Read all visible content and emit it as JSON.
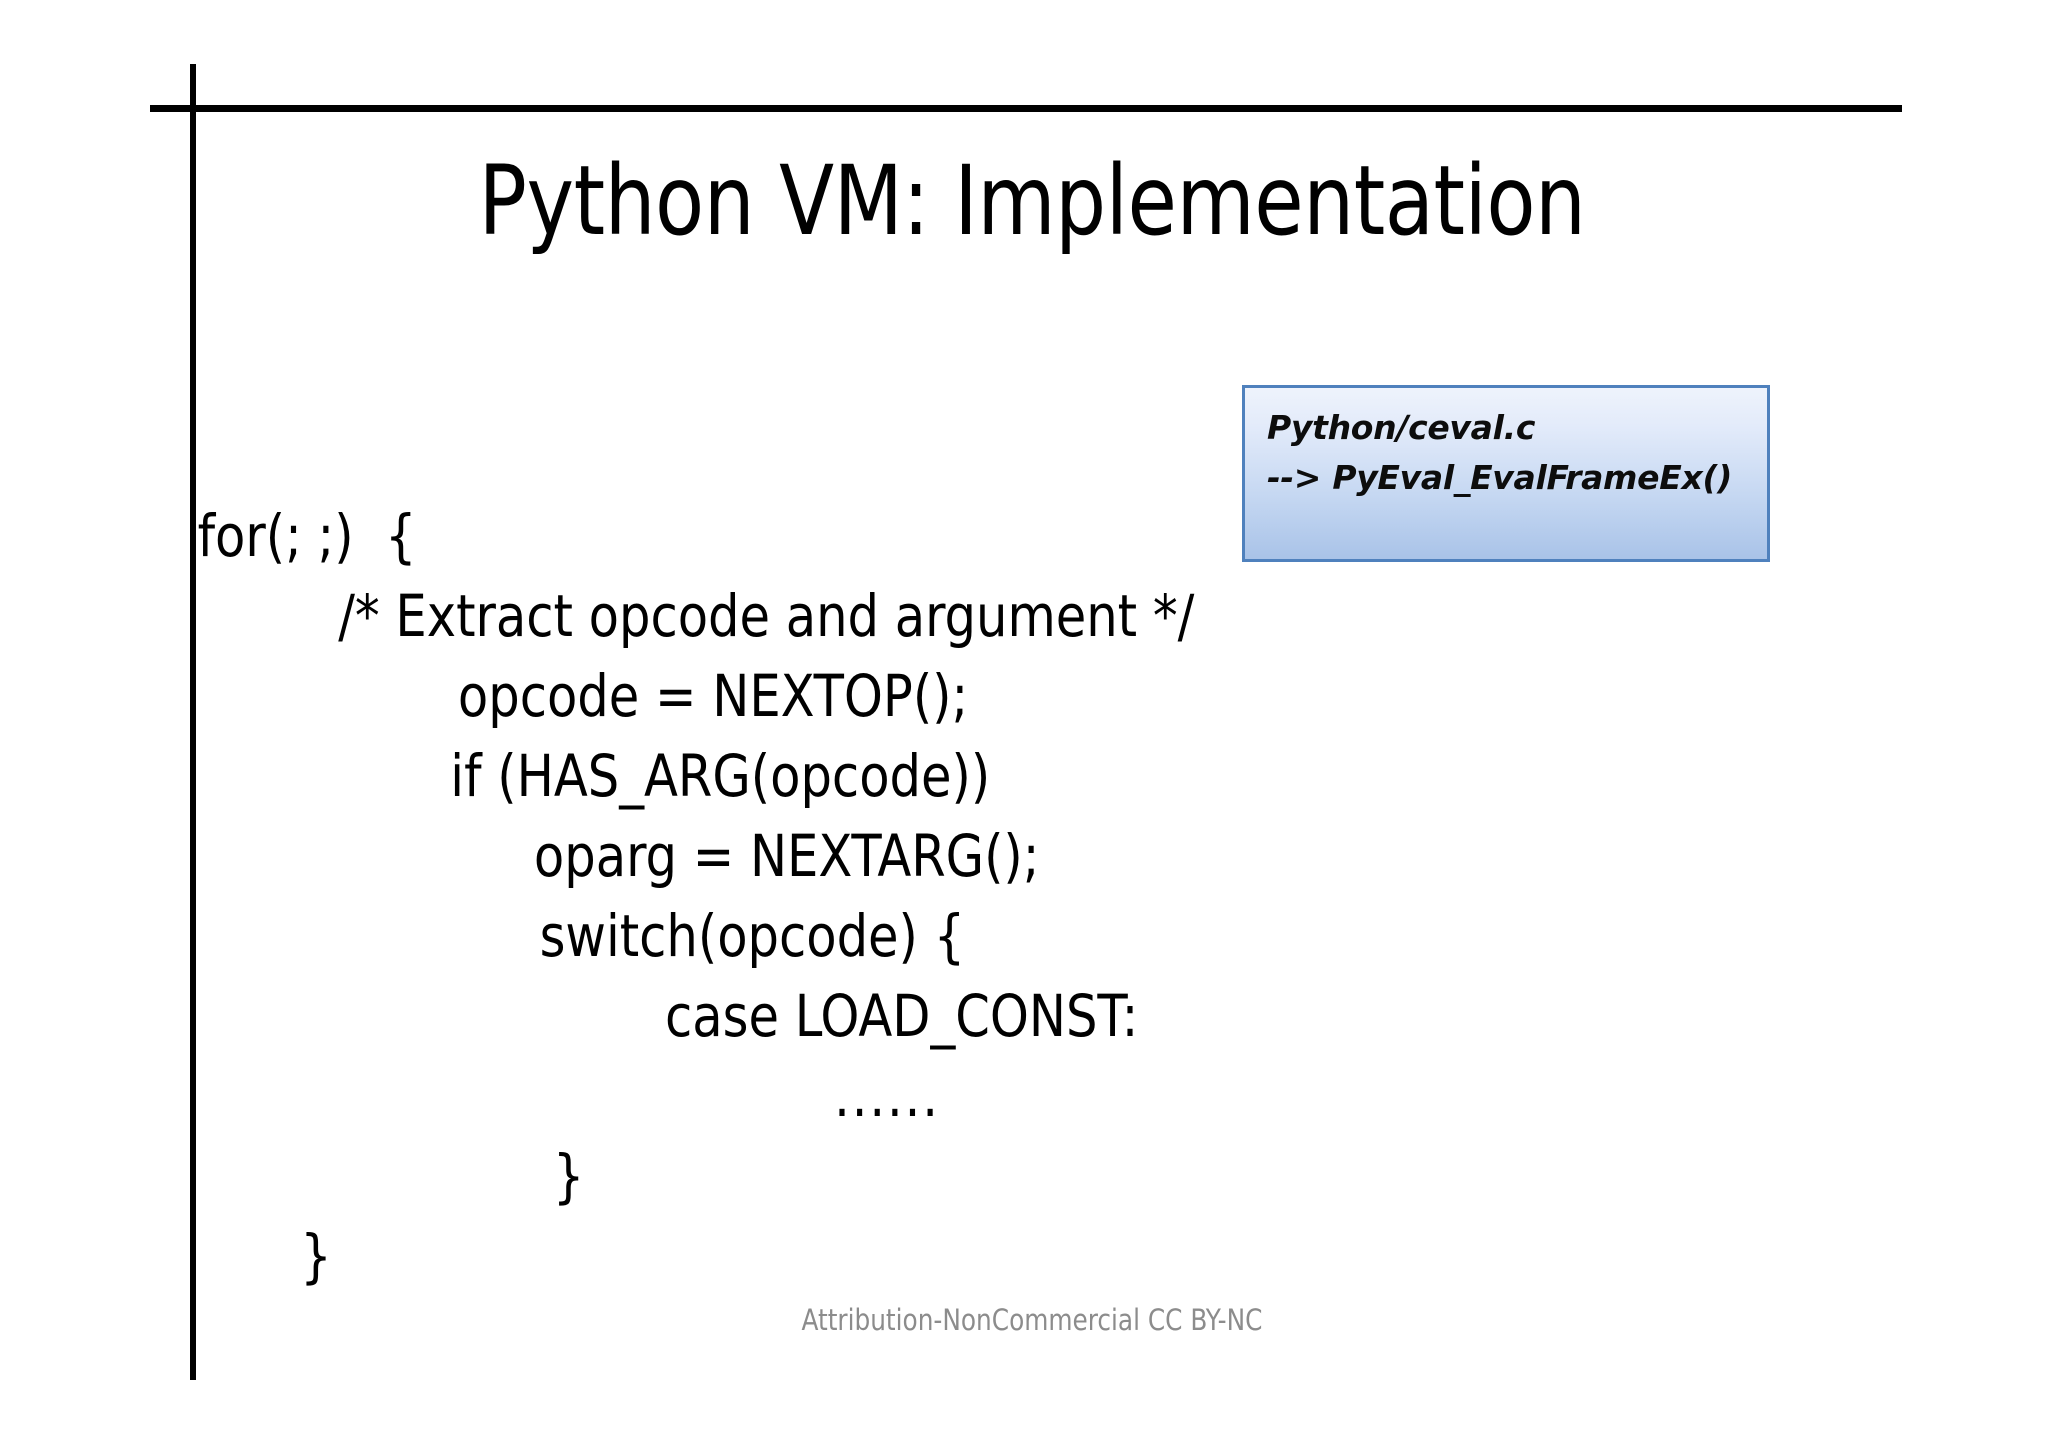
{
  "slide": {
    "title": "Python VM: Implementation",
    "footer_credit": "Attribution-NonCommercial CC BY-NC",
    "background_color": "#ffffff",
    "rule_color": "#000000"
  },
  "code": {
    "lines": [
      {
        "text": "for(; ;)  {",
        "indent": "i0"
      },
      {
        "text": "/* Extract opcode and argument */",
        "indent": "i1"
      },
      {
        "text": "opcode = NEXTOP();",
        "indent": "i2"
      },
      {
        "text": "if (HAS_ARG(opcode))",
        "indent": "i2b"
      },
      {
        "text": "oparg = NEXTARG();",
        "indent": "i3"
      },
      {
        "text": "switch(opcode) {",
        "indent": "i3b"
      },
      {
        "text": "case LOAD_CONST:",
        "indent": "i4"
      },
      {
        "text": "......",
        "indent": "i5"
      },
      {
        "text": "}",
        "indent": "i6"
      },
      {
        "text": "}",
        "indent": "i7"
      }
    ]
  },
  "callout": {
    "line1": "Python/ceval.c",
    "line2": "--> PyEval_EvalFrameEx()",
    "border_color": "#4f81bd",
    "gradient_top_color": "#eef3fc",
    "gradient_bottom_color": "#a9c3e8",
    "text_color": "#0d0d0d"
  }
}
